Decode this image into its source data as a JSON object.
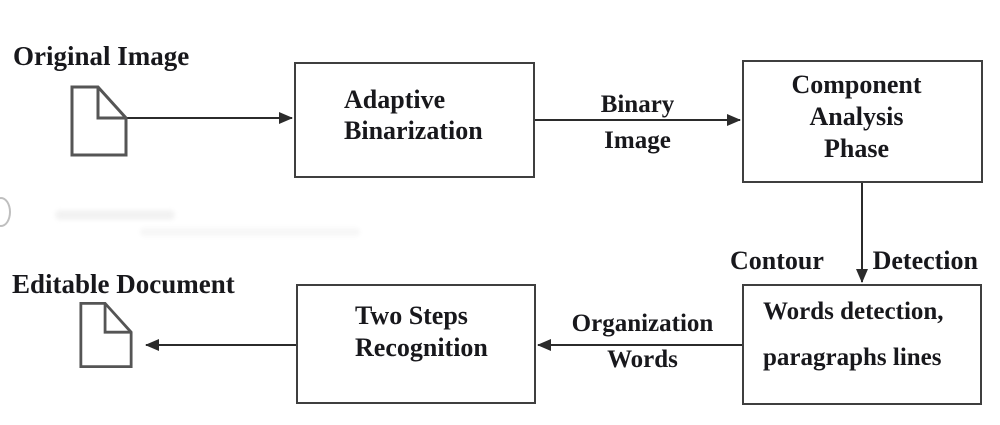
{
  "diagram": {
    "type": "flowchart",
    "colors": {
      "background": "#ffffff",
      "box_border": "#3f3f3f",
      "box_fill": "#ffffff",
      "arrow": "#2b2b2b",
      "text": "#18181c",
      "icon_stroke": "#555555"
    },
    "terminals": [
      {
        "name": "original-image",
        "label": "Original Image",
        "icon": "document-icon"
      },
      {
        "name": "editable-document",
        "label": "Editable Document",
        "icon": "document-icon"
      }
    ],
    "boxes": [
      {
        "name": "adaptive-binarization",
        "lines": [
          "Adaptive",
          "Binarization"
        ]
      },
      {
        "name": "component-analysis-phase",
        "lines": [
          "Component",
          "Analysis",
          "Phase"
        ]
      },
      {
        "name": "words-detection",
        "lines": [
          "Words detection,",
          "paragraphs lines"
        ]
      },
      {
        "name": "two-steps-recognition",
        "lines": [
          "Two Steps",
          "Recognition"
        ]
      }
    ],
    "arrows": [
      {
        "name": "original-image-to-adaptive-binarization",
        "label_lines": []
      },
      {
        "name": "adaptive-binarization-to-component-analysis",
        "label_lines": [
          "Binary",
          "Image"
        ]
      },
      {
        "name": "component-analysis-to-words-detection",
        "label_lines": [
          "Contour",
          "Detection"
        ]
      },
      {
        "name": "words-detection-to-two-steps-recognition",
        "label_lines": [
          "Organization",
          "Words"
        ]
      },
      {
        "name": "two-steps-recognition-to-editable-document",
        "label_lines": []
      }
    ]
  }
}
